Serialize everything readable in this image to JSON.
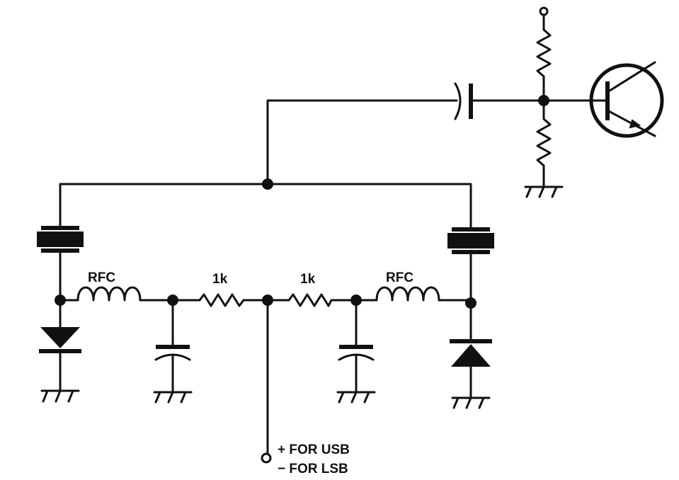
{
  "labels": {
    "rfc_left": "RFC",
    "rfc_right": "RFC",
    "r_left": "1k",
    "r_right": "1k",
    "usb_note": "+ FOR USB",
    "lsb_note": "− FOR LSB"
  },
  "colors": {
    "ink": "#111111",
    "paper": "#ffffff"
  }
}
